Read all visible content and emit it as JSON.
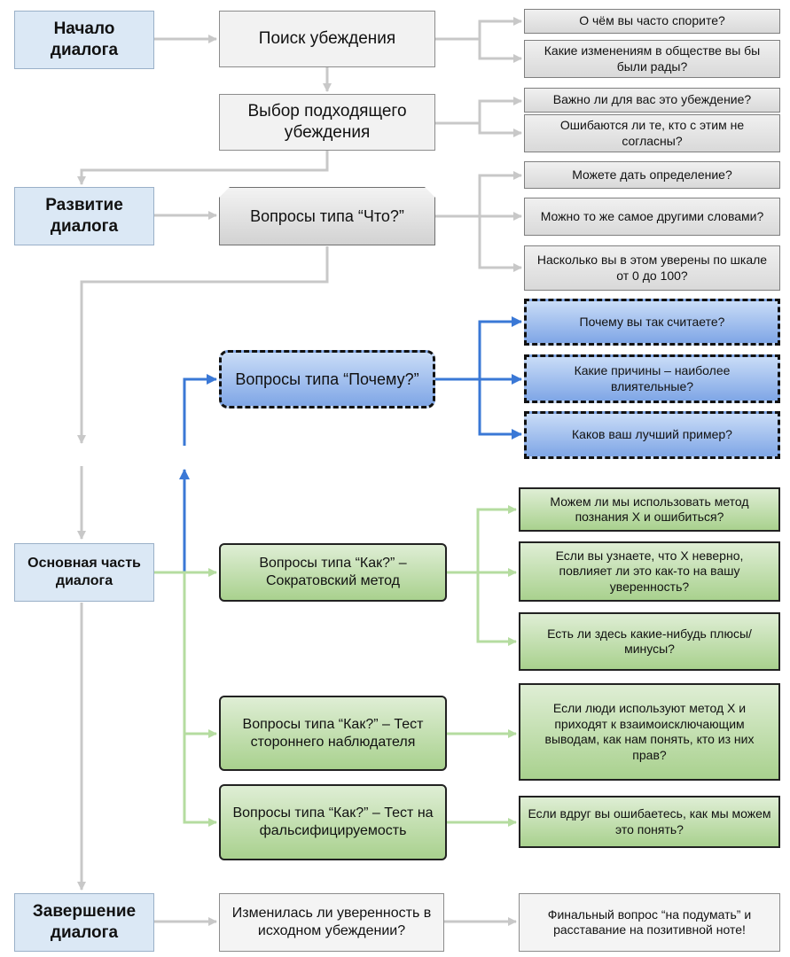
{
  "stages": {
    "start": "Начало диалога",
    "develop": "Развитие диалога",
    "main": "Основная часть диалога",
    "end": "Завершение диалога"
  },
  "steps": {
    "search": "Поиск убеждения",
    "choose": "Выбор подходящего убеждения",
    "what": "Вопросы типа “Что?”",
    "why": "Вопросы типа “Почему?”",
    "how_socratic": "Вопросы типа “Как?” – Сократовский метод",
    "how_observer": "Вопросы типа “Как?” – Тест стороннего наблюдателя",
    "how_falsify": "Вопросы типа “Как?” – Тест на фальсифицируемость",
    "changed": "Изменилась ли уверенность в исходном убеждении?"
  },
  "questions": {
    "search_1": "О чём вы часто спорите?",
    "search_2": "Какие изменениям в обществе вы бы были рады?",
    "choose_1": "Важно ли для вас это убеждение?",
    "choose_2": "Ошибаются ли те, кто с этим не согласны?",
    "what_1": "Можете дать определение?",
    "what_2": "Можно то же самое другими словами?",
    "what_3": "Насколько вы в этом уверены по шкале от 0 до 100?",
    "why_1": "Почему вы так считаете?",
    "why_2": "Какие причины – наиболее влиятельные?",
    "why_3": "Каков ваш лучший пример?",
    "soc_1": "Можем ли мы использовать метод познания X и ошибиться?",
    "soc_2": "Если вы узнаете, что X неверно, повлияет ли это как-то на вашу уверенность?",
    "soc_3": "Есть ли здесь какие-нибудь плюсы/ минусы?",
    "obs_1": "Если люди используют метод X и приходят к взаимоисключающим выводам, как нам понять, кто из них прав?",
    "fal_1": "Если вдруг вы ошибаетесь, как мы можем это понять?",
    "final_1": "Финальный вопрос “на подумать” и расставание на позитивной ноте!"
  },
  "colors": {
    "gray_arrow": "#c8c8c8",
    "blue_arrow": "#3a78d6",
    "green_arrow": "#b5dca0"
  }
}
